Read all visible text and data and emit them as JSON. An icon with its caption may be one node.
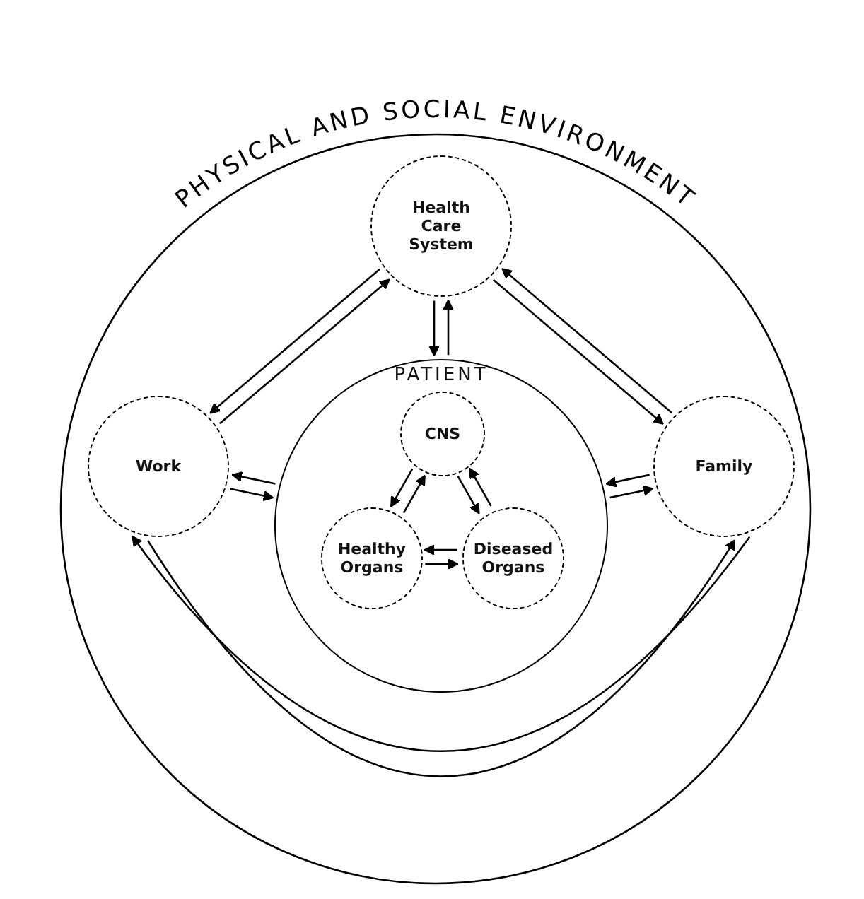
{
  "diagram": {
    "nodes": [
      {
        "text": [
          "PHYSICAL AND SOCIAL ENVIRONMENT"
        ]
      },
      {
        "text": [
          "Health Care System"
        ],
        "in": 0
      },
      {
        "text": [
          "Work"
        ],
        "in": 0
      },
      {
        "text": [
          "PATIENT"
        ],
        "in": 0
      },
      {
        "text": [
          "CNS"
        ],
        "in": 3
      },
      {
        "text": [
          "Healthy Organs"
        ],
        "in": 3
      },
      {
        "text": [
          "Diseased Organs"
        ],
        "in": 3
      },
      {
        "text": [
          "Family"
        ],
        "in": 0
      }
    ],
    "edges": [
      {
        "from": 1,
        "to": 2,
        "arrow": "to"
      },
      {
        "from": 2,
        "to": 1,
        "arrow": "to"
      },
      {
        "from": 1,
        "to": 3,
        "arrow": "to"
      },
      {
        "from": 3,
        "to": 1,
        "arrow": "to"
      },
      {
        "from": 1,
        "to": 7,
        "arrow": "to"
      },
      {
        "from": 7,
        "to": 1,
        "arrow": "to"
      },
      {
        "from": 3,
        "to": 2,
        "arrow": "to"
      },
      {
        "from": 2,
        "to": 3,
        "arrow": "to"
      },
      {
        "from": 7,
        "to": 3,
        "arrow": "to"
      },
      {
        "from": 3,
        "to": 7,
        "arrow": "to"
      },
      {
        "from": 7,
        "to": 2,
        "arrow": "to"
      },
      {
        "from": 2,
        "to": 7,
        "arrow": "to"
      },
      {
        "from": 4,
        "to": 5,
        "arrow": "to"
      },
      {
        "from": 5,
        "to": 4,
        "arrow": "to"
      },
      {
        "from": 4,
        "to": 6,
        "arrow": "to"
      },
      {
        "from": 6,
        "to": 4,
        "arrow": "to"
      },
      {
        "from": 6,
        "to": 5,
        "arrow": "to"
      },
      {
        "from": 5,
        "to": 6,
        "arrow": "to"
      }
    ]
  }
}
